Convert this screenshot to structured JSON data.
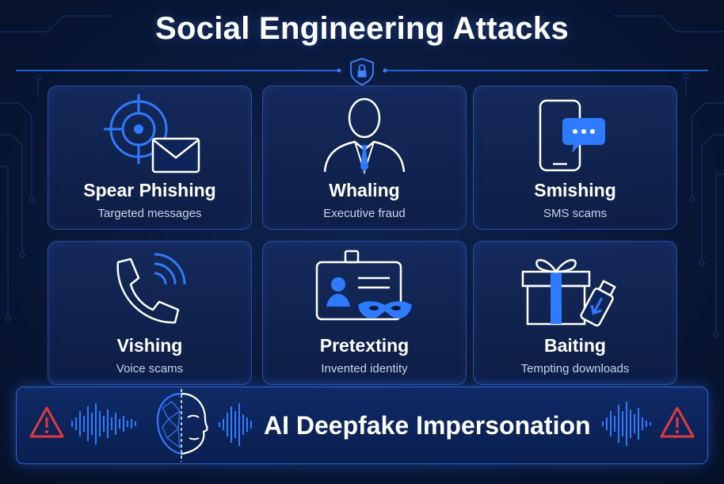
{
  "title": "Social Engineering Attacks",
  "cards": [
    {
      "title": "Spear Phishing",
      "subtitle": "Targeted messages",
      "icon": "target-envelope-icon"
    },
    {
      "title": "Whaling",
      "subtitle": "Executive fraud",
      "icon": "executive-icon"
    },
    {
      "title": "Smishing",
      "subtitle": "SMS scams",
      "icon": "phone-chat-icon"
    },
    {
      "title": "Vishing",
      "subtitle": "Voice scams",
      "icon": "phone-call-icon"
    },
    {
      "title": "Pretexting",
      "subtitle": "Invented identity",
      "icon": "id-badge-mask-icon"
    },
    {
      "title": "Baiting",
      "subtitle": "Tempting downloads",
      "icon": "gift-usb-icon"
    }
  ],
  "banner": {
    "label": "AI Deepfake Impersonation",
    "icon": "deepfake-face-icon"
  },
  "colors": {
    "background": "#07122b",
    "accent": "#2f7bff",
    "warning": "#e23a3a",
    "card_border": "#2a4f96"
  }
}
